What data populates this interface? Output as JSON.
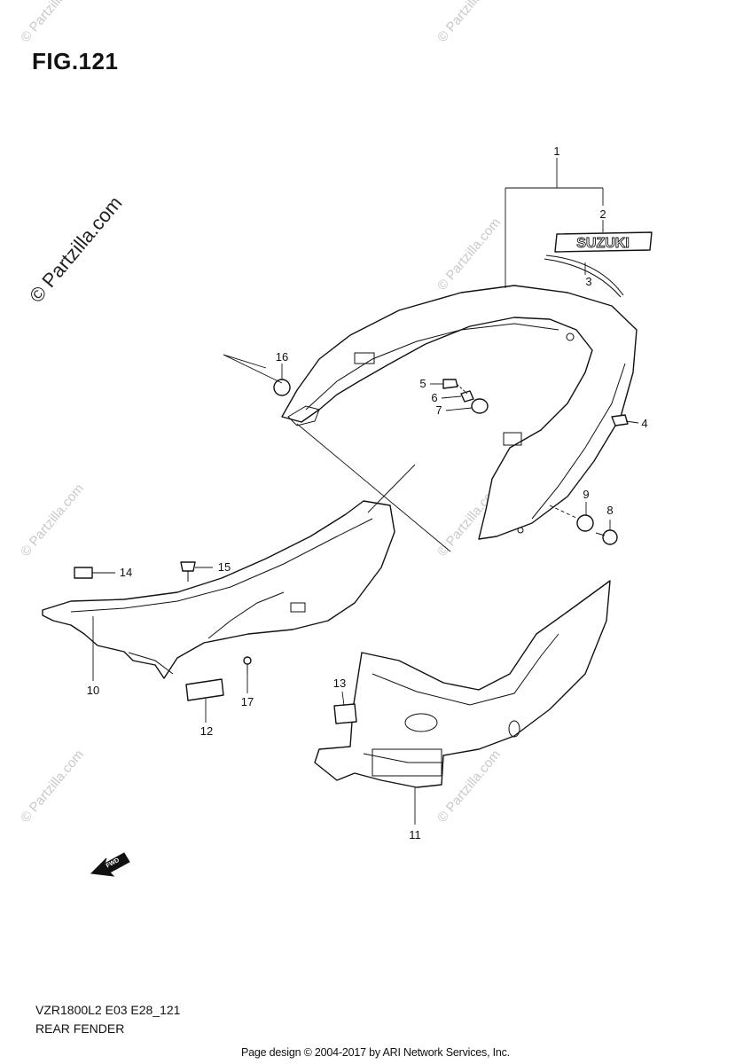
{
  "figure": {
    "title": "FIG.121"
  },
  "watermark": {
    "main": "© Partzilla.com",
    "faint": "© Partzilla.com"
  },
  "callouts": [
    "1",
    "2",
    "3",
    "4",
    "5",
    "6",
    "7",
    "8",
    "9",
    "10",
    "11",
    "12",
    "13",
    "14",
    "15",
    "16",
    "17"
  ],
  "emblem": {
    "text": "SUZUKI"
  },
  "fwd_label": "FWD",
  "caption": {
    "model_code": "VZR1800L2 E03 E28_121",
    "name": "REAR FENDER"
  },
  "footer": "Page design © 2004-2017 by ARI Network Services, Inc."
}
